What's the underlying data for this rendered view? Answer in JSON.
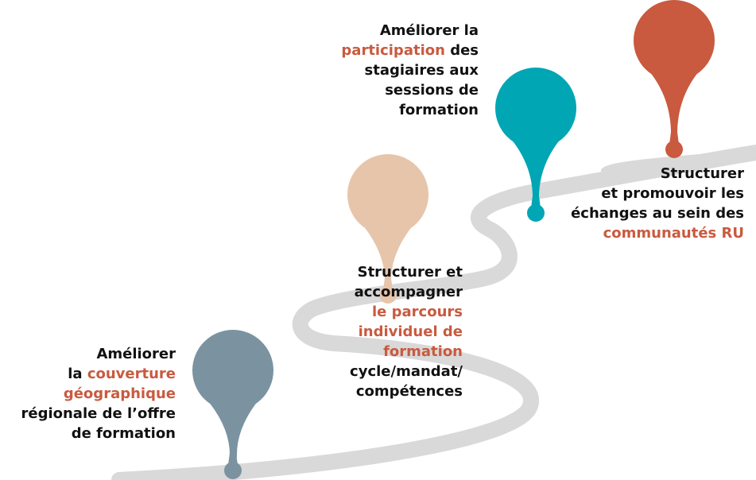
{
  "colors": {
    "road": "#d9d9d9",
    "text": "#111111",
    "highlight": "#c95a3f",
    "pin_blue_grey": "#7b93a1",
    "pin_beige": "#e6c5ab",
    "pin_teal": "#00a6b3",
    "pin_red": "#c95a3f"
  },
  "pins": [
    {
      "name": "pin-couverture",
      "color": "#7b93a1"
    },
    {
      "name": "pin-parcours",
      "color": "#e6c5ab"
    },
    {
      "name": "pin-participation",
      "color": "#00a6b3"
    },
    {
      "name": "pin-echanges",
      "color": "#c95a3f"
    }
  ],
  "labels": {
    "couverture": {
      "l1": "Améliorer",
      "l2_a": "la ",
      "l2_b": "couverture",
      "l3": "géographique",
      "l4": "régionale de l’offre",
      "l5": "de formation"
    },
    "parcours": {
      "l1": "Structurer et",
      "l2": "accompagner",
      "l3": "le parcours",
      "l4": "individuel de",
      "l5": "formation",
      "l6": "cycle/mandat/",
      "l7": "compétences"
    },
    "participation": {
      "l1": "Améliorer la",
      "l2_a": "participation",
      "l2_b": " des",
      "l3": "stagiaires aux",
      "l4": "sessions de",
      "l5": "formation"
    },
    "echanges": {
      "l1": "Structurer",
      "l2": "et promouvoir les",
      "l3": "échanges au sein des",
      "l4": "communautés RU"
    }
  }
}
